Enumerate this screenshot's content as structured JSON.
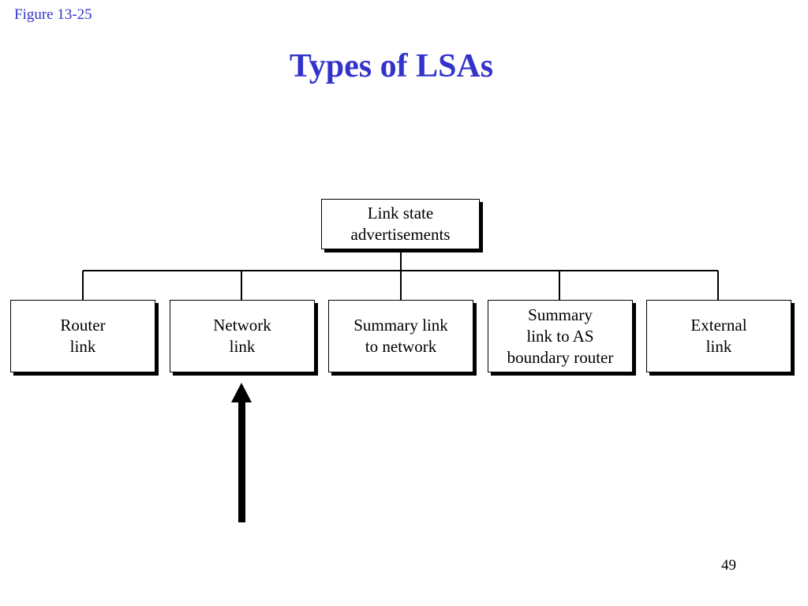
{
  "figure_label": "Figure  13-25",
  "title": "Types of LSAs",
  "page_number": "49",
  "diagram": {
    "root": {
      "label": "Link state\nadvertisements"
    },
    "children": [
      {
        "label": "Router\nlink"
      },
      {
        "label": "Network\nlink"
      },
      {
        "label": "Summary link\nto network"
      },
      {
        "label": "Summary\nlink to AS\nboundary router"
      },
      {
        "label": "External\nlink"
      }
    ],
    "highlighted_child_index": 1
  }
}
